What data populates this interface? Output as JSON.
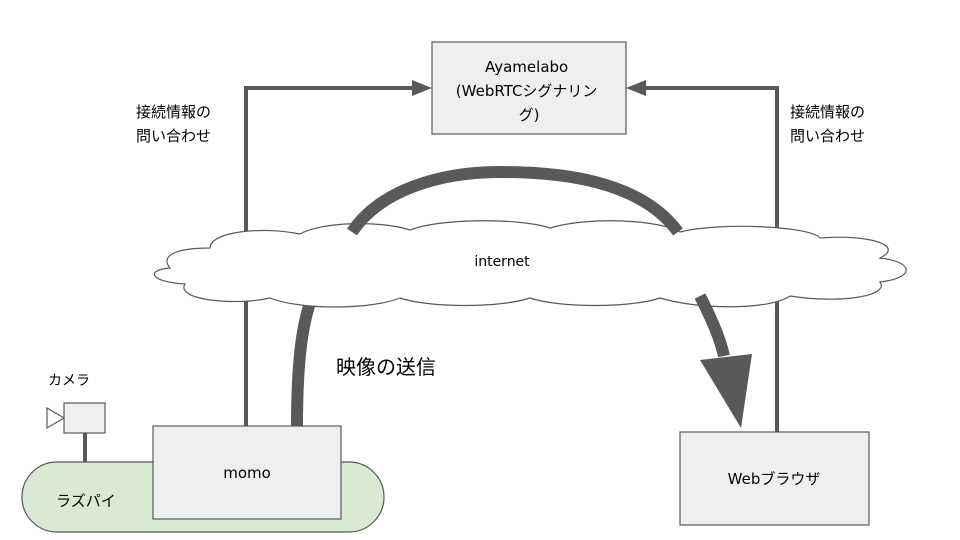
{
  "server": {
    "lines": [
      "Ayamelabo",
      "(WebRTCシグナリン",
      "グ)"
    ]
  },
  "cloud": {
    "label": "internet"
  },
  "left_query": {
    "lines": [
      "接続情報の",
      "問い合わせ"
    ]
  },
  "right_query": {
    "lines": [
      "接続情報の",
      "問い合わせ"
    ]
  },
  "video": {
    "label": "映像の送信"
  },
  "camera": {
    "label": "カメラ"
  },
  "raspi": {
    "label": "ラズパイ"
  },
  "momo": {
    "label": "momo"
  },
  "browser": {
    "label": "Webブラウザ"
  },
  "colors": {
    "box_fill": "#efefef",
    "box_stroke": "#595959",
    "raspi_fill": "#d9ead3",
    "arrow": "#595959",
    "cloud_fill": "#ffffff",
    "cloud_stroke": "#595959"
  }
}
